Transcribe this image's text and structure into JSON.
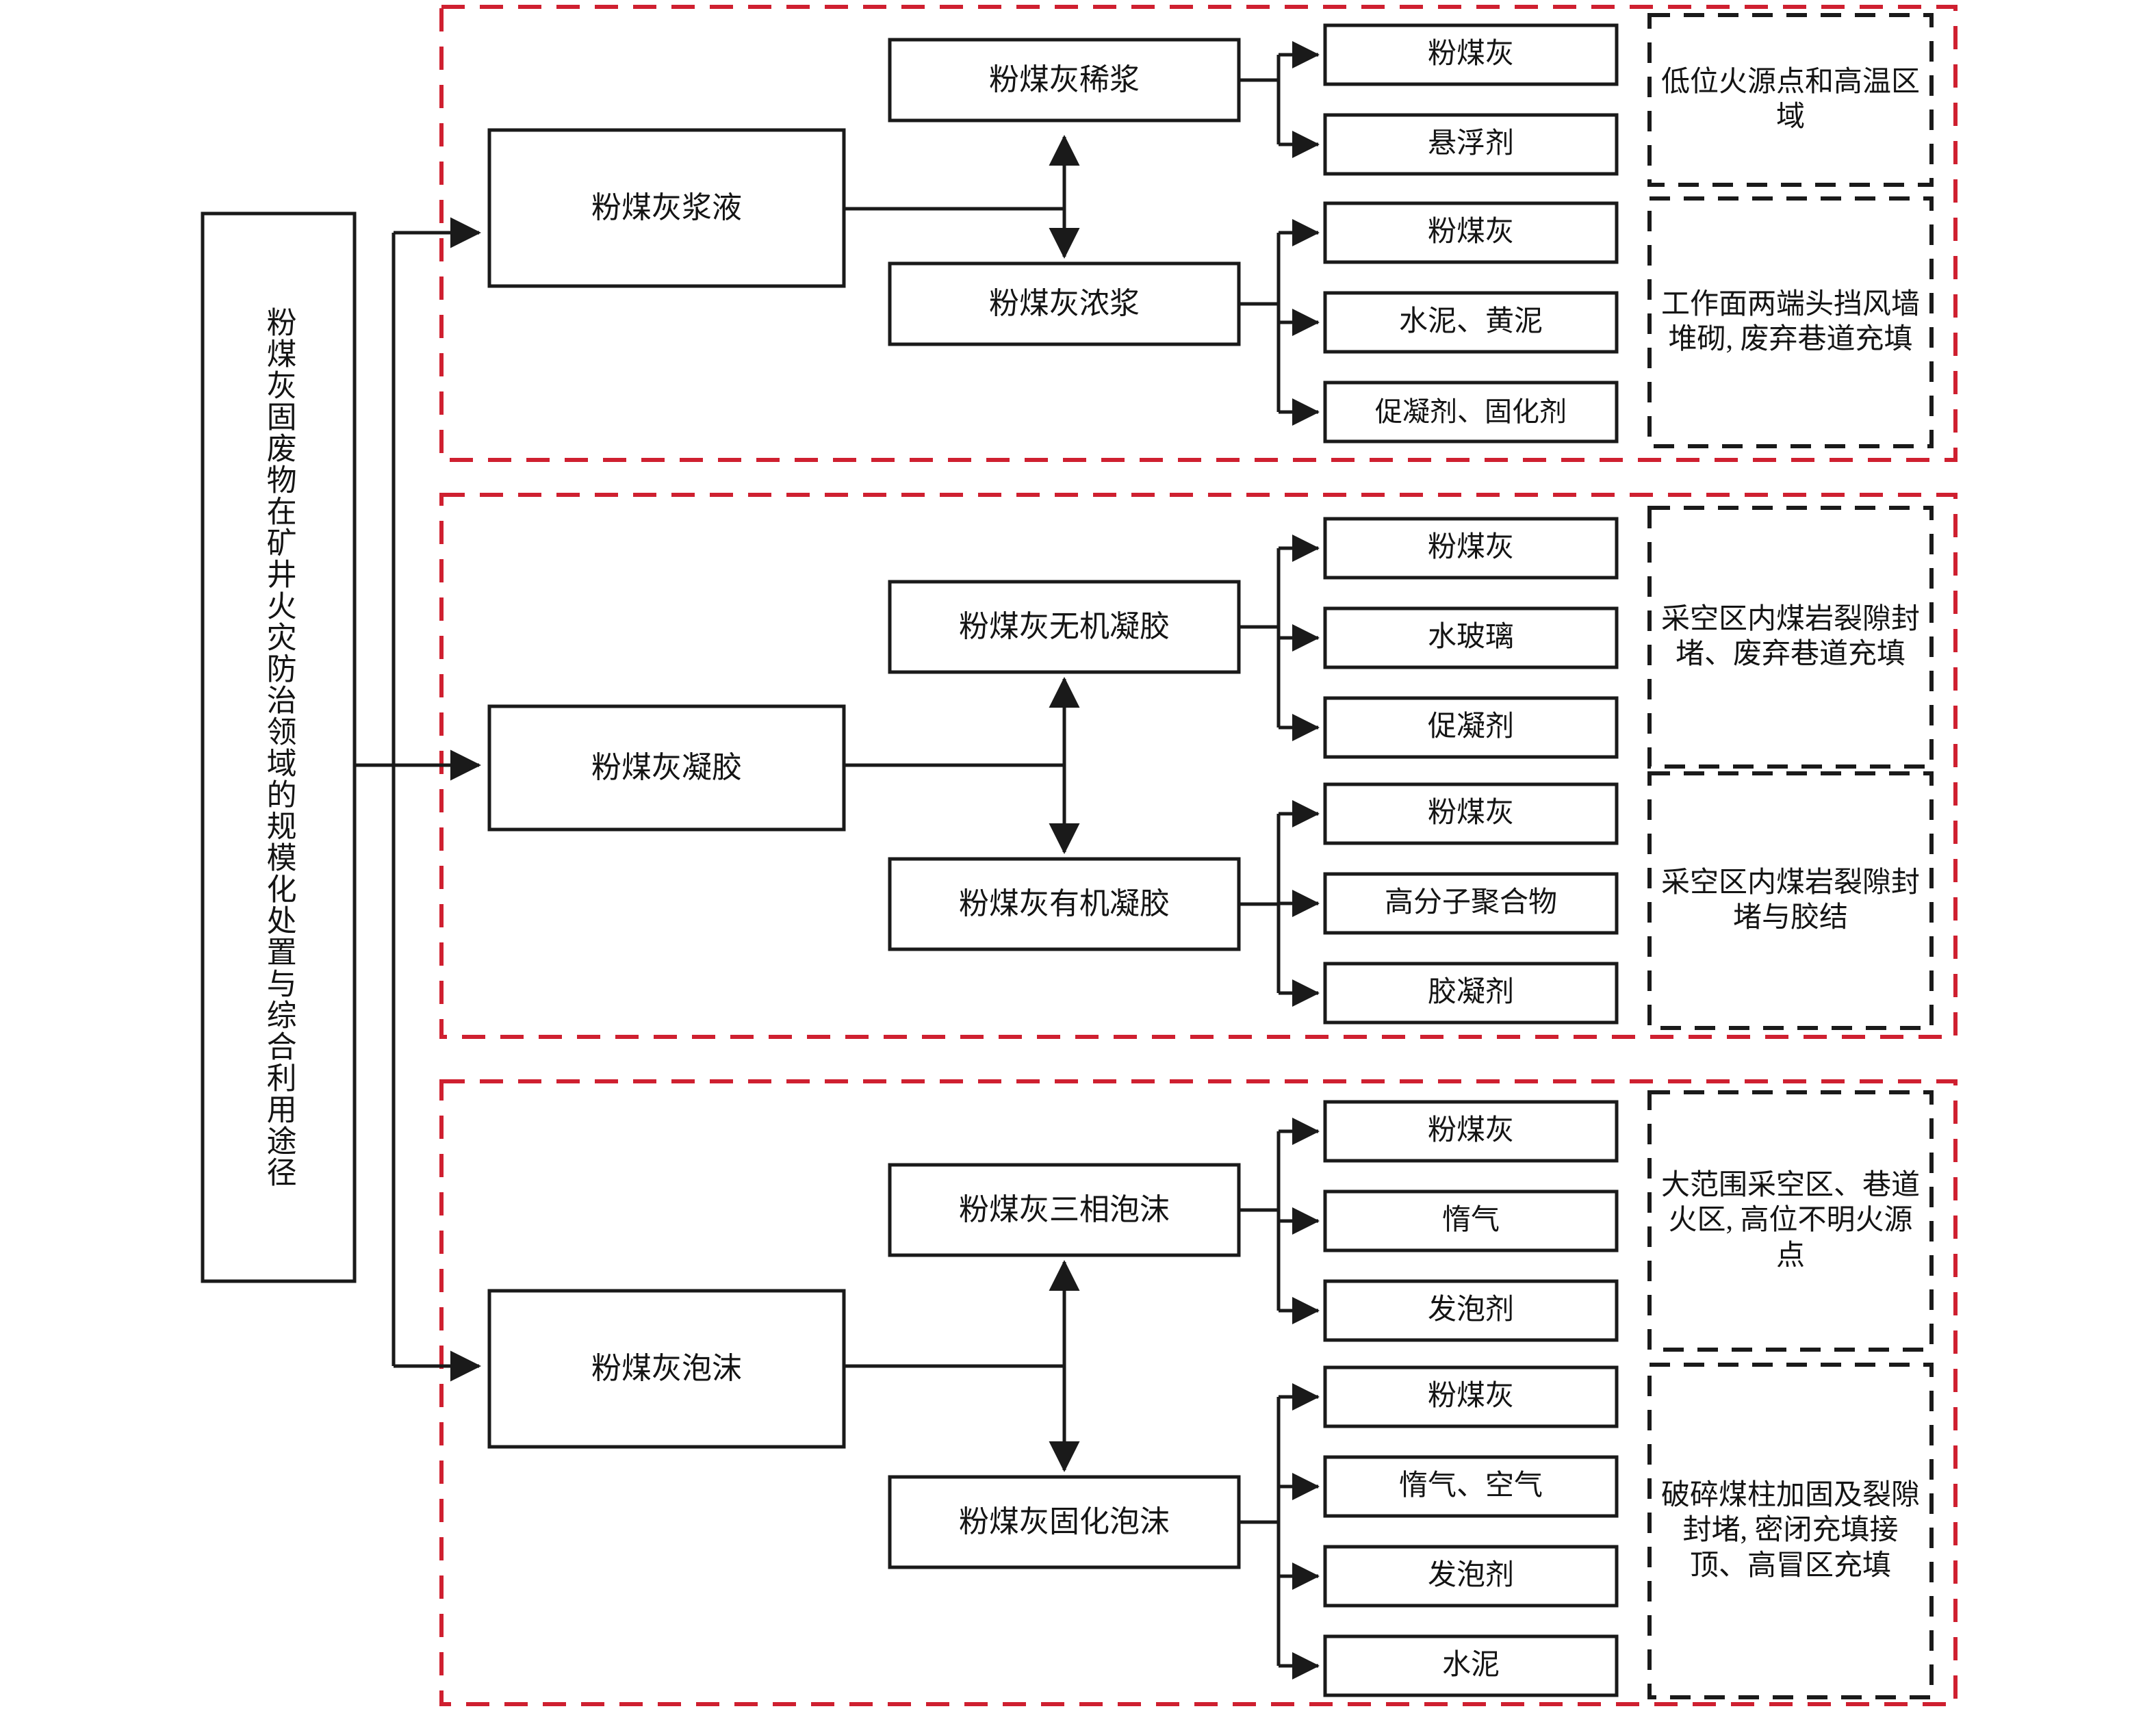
{
  "diagram": {
    "title_vertical": "粉煤灰固废物在矿井火灾防治领域的规模化处置与综合利用途径",
    "accent_red": "#cf2030",
    "line_color": "#1a1a1a",
    "background": "#ffffff"
  },
  "groups": [
    {
      "id": "slurry",
      "primary": "粉煤灰浆液",
      "branches": [
        {
          "name": "粉煤灰稀浆",
          "components": [
            "粉煤灰",
            "悬浮剂"
          ],
          "application": "低位火源点和高温区域"
        },
        {
          "name": "粉煤灰浓浆",
          "components": [
            "粉煤灰",
            "水泥、黄泥",
            "促凝剂、固化剂"
          ],
          "application": "工作面两端头挡风墙堆砌, 废弃巷道充填"
        }
      ]
    },
    {
      "id": "gel",
      "primary": "粉煤灰凝胶",
      "branches": [
        {
          "name": "粉煤灰无机凝胶",
          "components": [
            "粉煤灰",
            "水玻璃",
            "促凝剂"
          ],
          "application": "采空区内煤岩裂隙封堵、废弃巷道充填"
        },
        {
          "name": "粉煤灰有机凝胶",
          "components": [
            "粉煤灰",
            "高分子聚合物",
            "胶凝剂"
          ],
          "application": "采空区内煤岩裂隙封堵与胶结"
        }
      ]
    },
    {
      "id": "foam",
      "primary": "粉煤灰泡沫",
      "branches": [
        {
          "name": "粉煤灰三相泡沫",
          "components": [
            "粉煤灰",
            "惰气",
            "发泡剂"
          ],
          "application": "大范围采空区、巷道火区, 高位不明火源点"
        },
        {
          "name": "粉煤灰固化泡沫",
          "components": [
            "粉煤灰",
            "惰气、空气",
            "发泡剂",
            "水泥"
          ],
          "application": "破碎煤柱加固及裂隙封堵, 密闭充填接顶、高冒区充填"
        }
      ]
    }
  ]
}
